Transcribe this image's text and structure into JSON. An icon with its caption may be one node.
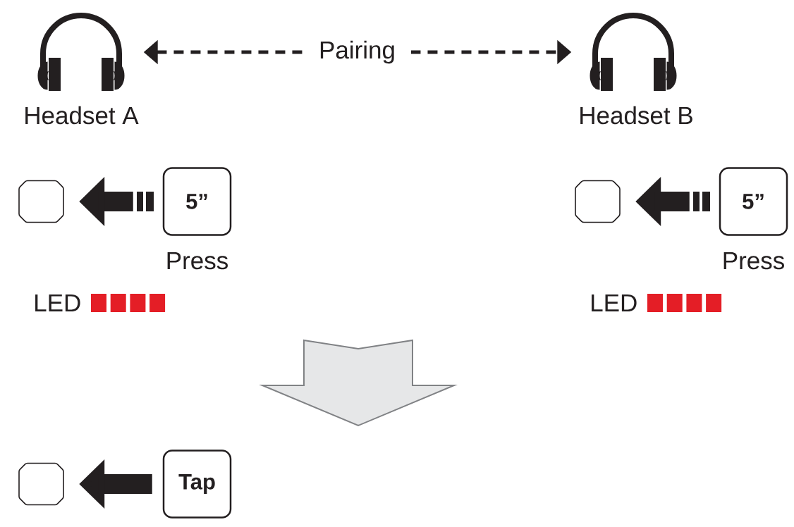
{
  "diagram": {
    "nodes": [
      {
        "text": [
          "Headset A"
        ]
      },
      {
        "text": [
          "Headset B"
        ]
      },
      {
        "text": [],
        "shape": "octagon"
      },
      {
        "text": [
          "5”"
        ],
        "beside": [
          "Press"
        ]
      },
      {
        "text": [],
        "shape": "octagon"
      },
      {
        "text": [
          "5”"
        ],
        "beside": [
          "Press"
        ]
      },
      {
        "text": [],
        "shape": "octagon"
      },
      {
        "text": [
          "Tap"
        ]
      }
    ],
    "edges": [
      {
        "from": 0,
        "to": 1,
        "arrow": "both",
        "label": "Pairing",
        "style": "dashed"
      },
      {
        "from": 3,
        "to": 2,
        "arrow": "to"
      },
      {
        "from": 5,
        "to": 4,
        "arrow": "to"
      },
      {
        "from": 7,
        "to": 6,
        "arrow": "to"
      }
    ],
    "labels": [
      "LED",
      "LED"
    ]
  }
}
